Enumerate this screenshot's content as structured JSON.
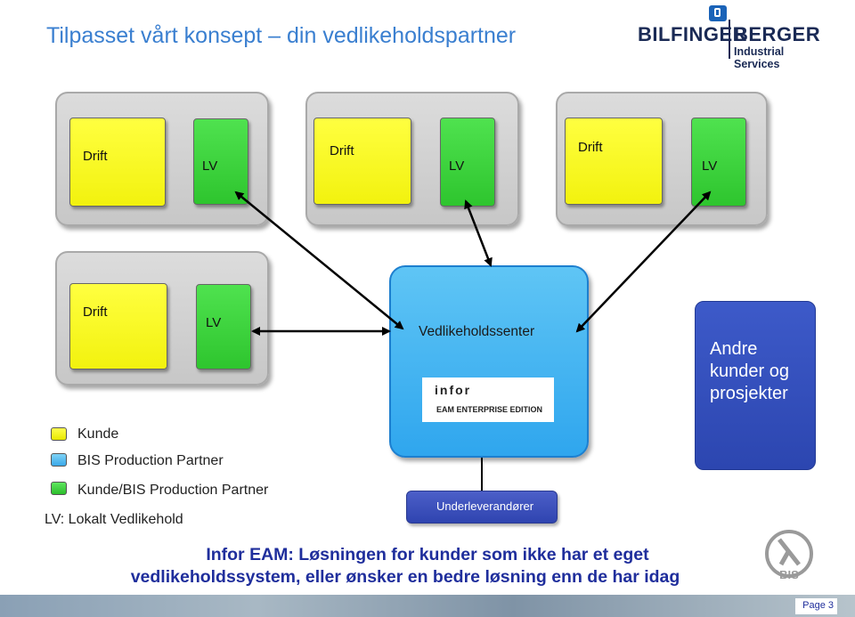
{
  "title": "Tilpasset vårt konsept – din vedlikeholdspartner",
  "logo": {
    "word1": "BILFINGER",
    "word2": "BERGER",
    "sub": "Industrial Services"
  },
  "groups": [
    {
      "drift": "Drift",
      "lv": "LV"
    },
    {
      "drift": "Drift",
      "lv": "LV"
    },
    {
      "drift": "Drift",
      "lv": "LV"
    },
    {
      "drift": "Drift",
      "lv": "LV"
    }
  ],
  "center": {
    "title": "Vedlikeholdssenter",
    "infor_logo": "infor",
    "eam_edition": "EAM ENTERPRISE EDITION",
    "sub_label": "Underleverandører"
  },
  "andre": {
    "line1": "Andre",
    "line2": "kunder og",
    "line3": "prosjekter"
  },
  "legend": {
    "kunde": "Kunde",
    "bis": "BIS Production Partner",
    "kunde_bis": "Kunde/BIS Production Partner",
    "lv_def": "LV: Lokalt Vedlikehold"
  },
  "bottom": {
    "line1": "Infor EAM: Løsningen for kunder som ikke har et eget",
    "line2": "vedlikeholdssystem, eller ønsker en bedre løsning enn de har idag"
  },
  "bis_logo": "BIS",
  "page": "Page 3",
  "colors": {
    "title": "#3a7fd0",
    "yellow": "#f5f51a",
    "green": "#33cc33",
    "center_blue": "#3aaef0",
    "dark_blue": "#2f48b5",
    "bottom_text": "#1f2e9c"
  }
}
